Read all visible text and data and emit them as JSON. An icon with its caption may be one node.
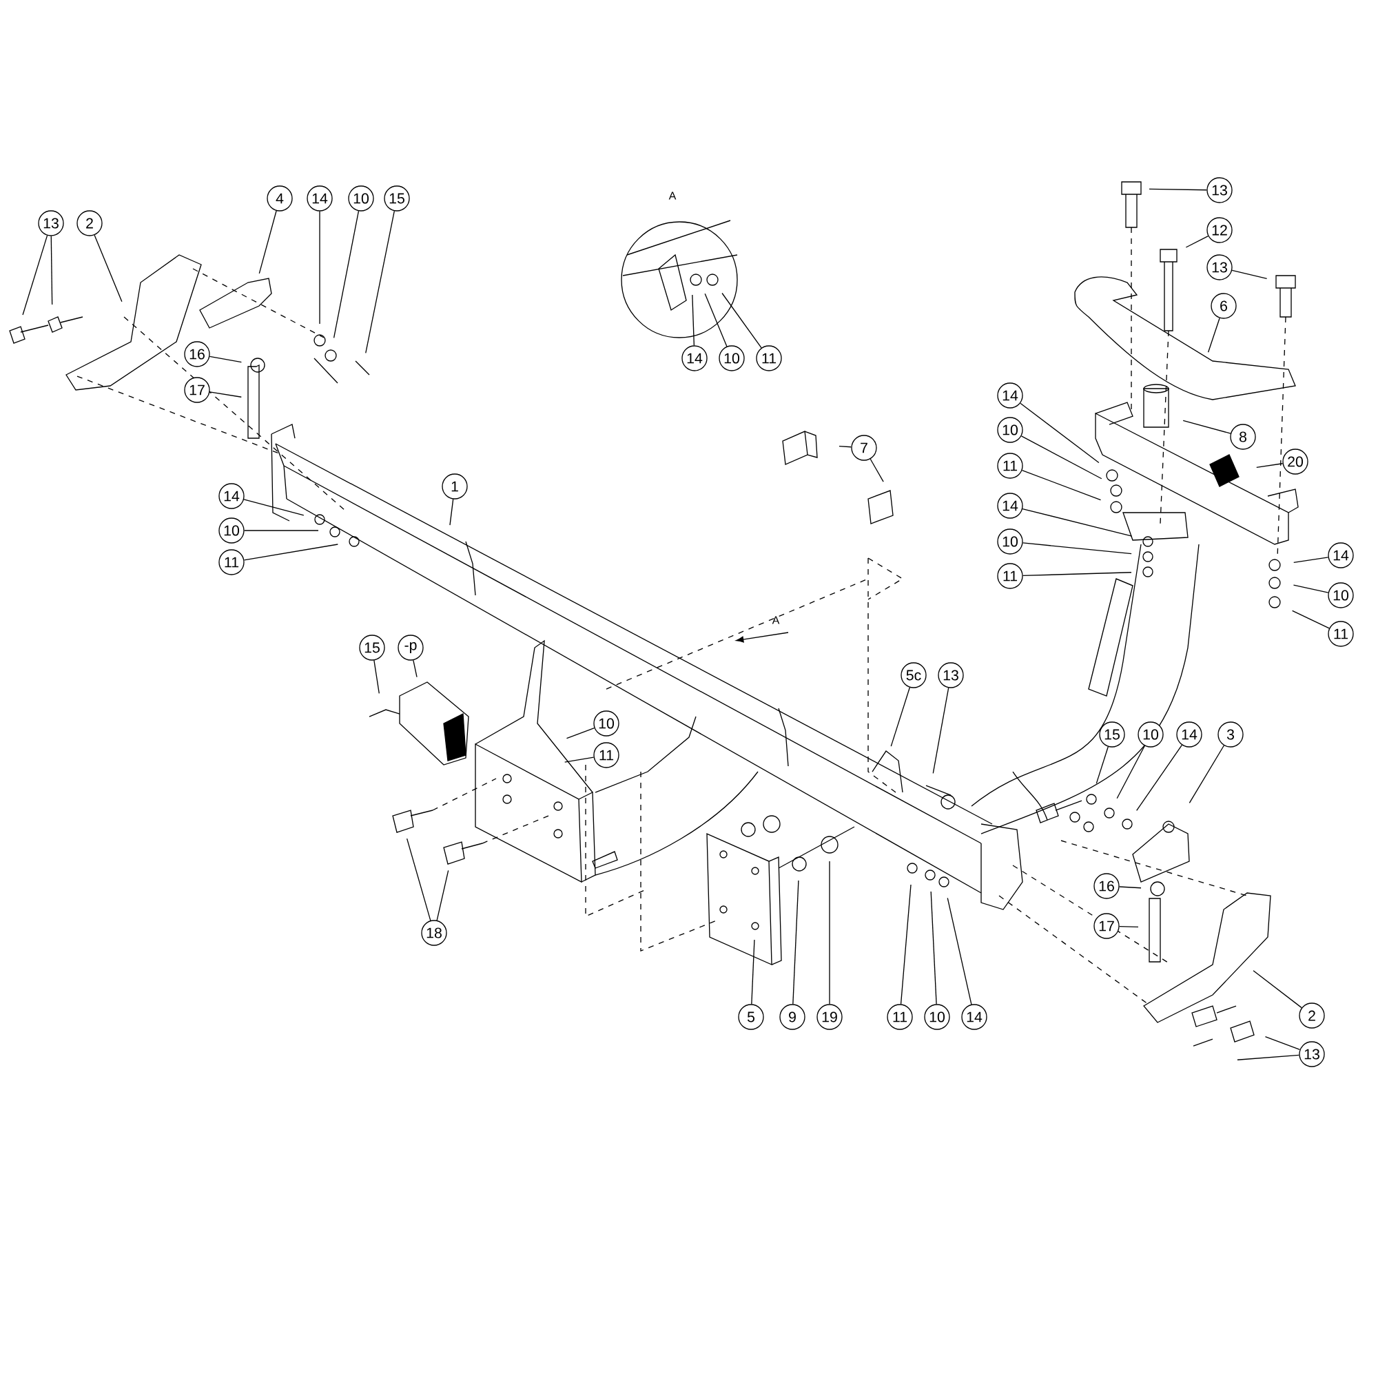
{
  "diagram": {
    "nodes": [
      {
        "text": [
          "13"
        ]
      },
      {
        "text": [
          "2"
        ]
      },
      {
        "text": [
          "4"
        ]
      },
      {
        "text": [
          "14"
        ]
      },
      {
        "text": [
          "10"
        ]
      },
      {
        "text": [
          "15"
        ]
      },
      {
        "text": [
          "16"
        ]
      },
      {
        "text": [
          "17"
        ]
      },
      {
        "text": [
          "1"
        ]
      },
      {
        "text": [
          "14"
        ]
      },
      {
        "text": [
          "10"
        ]
      },
      {
        "text": [
          "11"
        ]
      },
      {
        "text": [
          "14"
        ]
      },
      {
        "text": [
          "10"
        ]
      },
      {
        "text": [
          "11"
        ]
      },
      {
        "text": [
          "7"
        ]
      },
      {
        "text": [
          "13"
        ]
      },
      {
        "text": [
          "12"
        ]
      },
      {
        "text": [
          "13"
        ]
      },
      {
        "text": [
          "6"
        ]
      },
      {
        "text": [
          "14"
        ]
      },
      {
        "text": [
          "10"
        ]
      },
      {
        "text": [
          "11"
        ]
      },
      {
        "text": [
          "8"
        ]
      },
      {
        "text": [
          "20"
        ]
      },
      {
        "text": [
          "14"
        ]
      },
      {
        "text": [
          "10"
        ]
      },
      {
        "text": [
          "11"
        ]
      },
      {
        "text": [
          "14"
        ]
      },
      {
        "text": [
          "10"
        ]
      },
      {
        "text": [
          "11"
        ]
      },
      {
        "text": [
          "15"
        ]
      },
      {
        "text": [
          "-p"
        ]
      },
      {
        "text": [
          "5c"
        ]
      },
      {
        "text": [
          "13"
        ]
      },
      {
        "text": [
          "10"
        ]
      },
      {
        "text": [
          "15"
        ]
      },
      {
        "text": [
          "10"
        ]
      },
      {
        "text": [
          "14"
        ]
      },
      {
        "text": [
          "3"
        ]
      },
      {
        "text": [
          "11"
        ]
      },
      {
        "text": [
          "16"
        ]
      },
      {
        "text": [
          "17"
        ]
      },
      {
        "text": [
          "18"
        ]
      },
      {
        "text": [
          "2"
        ]
      },
      {
        "text": [
          "5"
        ]
      },
      {
        "text": [
          "9"
        ]
      },
      {
        "text": [
          "19"
        ]
      },
      {
        "text": [
          "11"
        ]
      },
      {
        "text": [
          "10"
        ]
      },
      {
        "text": [
          "14"
        ]
      },
      {
        "text": [
          "13"
        ]
      }
    ],
    "edges": [
      {
        "from": 0,
        "to": null,
        "arrow": "none"
      },
      {
        "from": 0,
        "to": null,
        "arrow": "none"
      },
      {
        "from": 1,
        "to": null,
        "arrow": "none"
      },
      {
        "from": 2,
        "to": null,
        "arrow": "none"
      },
      {
        "from": 3,
        "to": null,
        "arrow": "none"
      },
      {
        "from": 4,
        "to": null,
        "arrow": "none"
      },
      {
        "from": 5,
        "to": null,
        "arrow": "none"
      },
      {
        "from": 6,
        "to": null,
        "arrow": "none"
      },
      {
        "from": 7,
        "to": null,
        "arrow": "none"
      },
      {
        "from": 8,
        "to": null,
        "arrow": "none"
      },
      {
        "from": 9,
        "to": null,
        "arrow": "none"
      },
      {
        "from": 10,
        "to": null,
        "arrow": "none"
      },
      {
        "from": 11,
        "to": null,
        "arrow": "none"
      },
      {
        "from": 12,
        "to": null,
        "arrow": "none"
      },
      {
        "from": 13,
        "to": null,
        "arrow": "none"
      },
      {
        "from": 14,
        "to": null,
        "arrow": "none"
      },
      {
        "from": 15,
        "to": null,
        "arrow": "none"
      },
      {
        "from": 15,
        "to": null,
        "arrow": "none"
      },
      {
        "from": 16,
        "to": null,
        "arrow": "none"
      },
      {
        "from": 17,
        "to": null,
        "arrow": "none"
      },
      {
        "from": 18,
        "to": null,
        "arrow": "none"
      },
      {
        "from": 19,
        "to": null,
        "arrow": "none"
      },
      {
        "from": 20,
        "to": null,
        "arrow": "none"
      },
      {
        "from": 21,
        "to": null,
        "arrow": "none"
      },
      {
        "from": 22,
        "to": null,
        "arrow": "none"
      },
      {
        "from": 23,
        "to": null,
        "arrow": "none"
      },
      {
        "from": 24,
        "to": null,
        "arrow": "none"
      },
      {
        "from": 25,
        "to": null,
        "arrow": "none"
      },
      {
        "from": 26,
        "to": null,
        "arrow": "none"
      },
      {
        "from": 27,
        "to": null,
        "arrow": "none"
      },
      {
        "from": 28,
        "to": null,
        "arrow": "none"
      },
      {
        "from": 29,
        "to": null,
        "arrow": "none"
      },
      {
        "from": 30,
        "to": null,
        "arrow": "none"
      },
      {
        "from": 31,
        "to": null,
        "arrow": "none"
      },
      {
        "from": 32,
        "to": null,
        "arrow": "none"
      },
      {
        "from": 33,
        "to": null,
        "arrow": "none"
      },
      {
        "from": 34,
        "to": null,
        "arrow": "none"
      },
      {
        "from": 35,
        "to": null,
        "arrow": "none"
      },
      {
        "from": 36,
        "to": null,
        "arrow": "none"
      },
      {
        "from": 37,
        "to": null,
        "arrow": "none"
      },
      {
        "from": 38,
        "to": null,
        "arrow": "none"
      },
      {
        "from": 39,
        "to": null,
        "arrow": "none"
      },
      {
        "from": 40,
        "to": null,
        "arrow": "none"
      },
      {
        "from": 41,
        "to": null,
        "arrow": "none"
      },
      {
        "from": 42,
        "to": null,
        "arrow": "none"
      },
      {
        "from": 43,
        "to": null,
        "arrow": "none"
      },
      {
        "from": 43,
        "to": null,
        "arrow": "none"
      },
      {
        "from": 44,
        "to": null,
        "arrow": "none"
      },
      {
        "from": 45,
        "to": null,
        "arrow": "none"
      },
      {
        "from": 46,
        "to": null,
        "arrow": "none"
      },
      {
        "from": 47,
        "to": null,
        "arrow": "none"
      },
      {
        "from": 48,
        "to": null,
        "arrow": "none"
      },
      {
        "from": 49,
        "to": null,
        "arrow": "none"
      },
      {
        "from": 50,
        "to": null,
        "arrow": "none"
      },
      {
        "from": 51,
        "to": null,
        "arrow": "none"
      },
      {
        "from": 51,
        "to": null,
        "arrow": "none"
      }
    ],
    "labels": [
      "A",
      "A"
    ]
  }
}
